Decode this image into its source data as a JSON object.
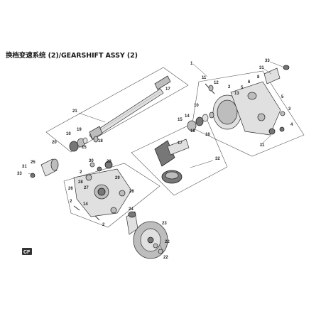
{
  "title": "换档变速系统 (2)/GEARSHIFT ASSY (2)",
  "callouts": {
    "c1": "1",
    "c2a": "2",
    "c2b": "2",
    "c3": "3",
    "c4": "4",
    "c5": "5",
    "c6": "6",
    "c8": "8",
    "c10": "10",
    "c11a": "11",
    "c11b": "11",
    "c12": "12",
    "c13": "13",
    "c14": "14",
    "c15": "15",
    "c16": "16",
    "c17": "17",
    "c18": "18",
    "c19": "19",
    "c20": "20",
    "c21": "21",
    "c22": "22",
    "c23": "23",
    "c24": "24",
    "c25": "25",
    "c26": "26",
    "c27": "27",
    "c28": "28",
    "c29": "29",
    "c30": "30",
    "c31a": "31",
    "c31b": "31",
    "c32": "32",
    "c33a": "33",
    "c33b": "33"
  },
  "logo_text": "CF"
}
